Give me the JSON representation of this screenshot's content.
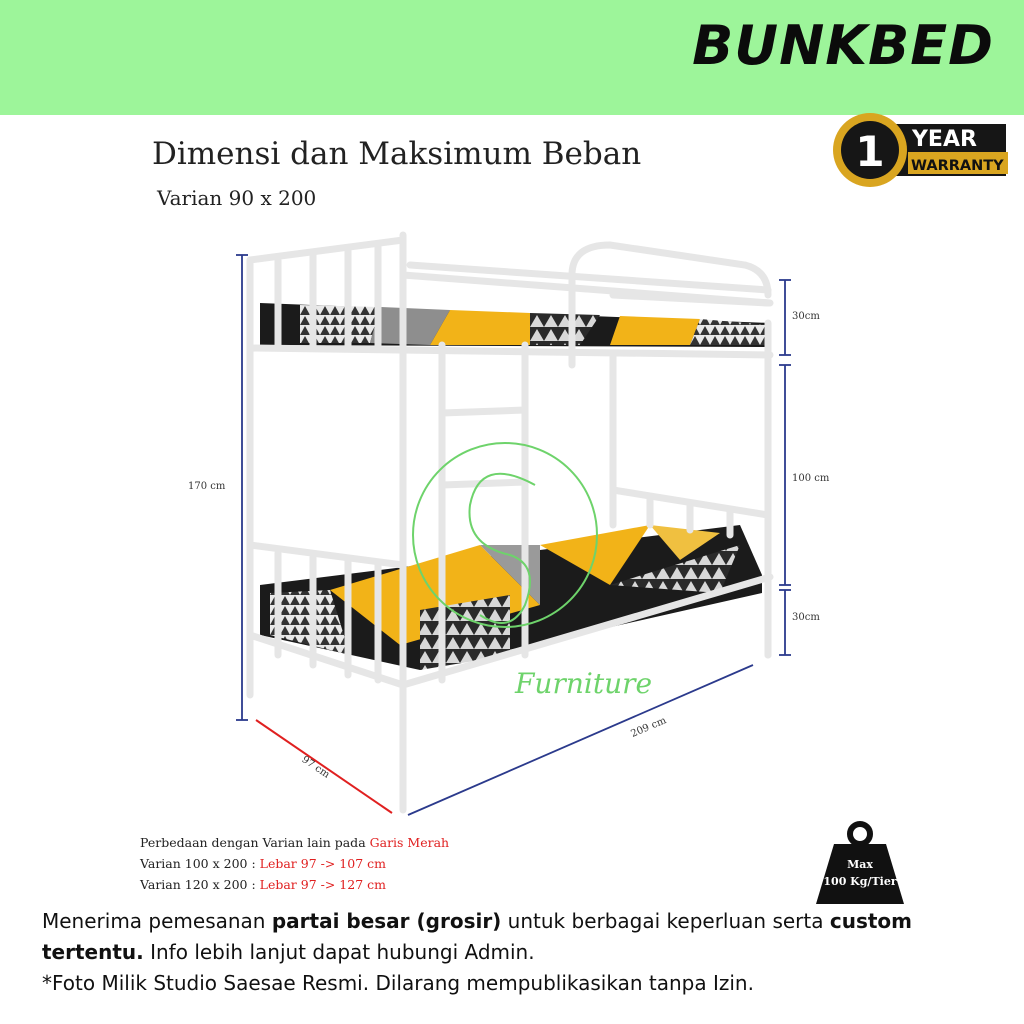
{
  "banner": {
    "title": "BUNKBED"
  },
  "heading": "Dimensi dan Maksimum Beban",
  "subheading": "Varian 90 x 200",
  "warranty": {
    "number": "1",
    "line1": "YEAR",
    "line2": "WARRANTY"
  },
  "dimensions": {
    "height_total": "170 cm",
    "top_tier": "30cm",
    "middle_gap": "100 cm",
    "bottom_tier": "30cm",
    "width": "97 cm",
    "length": "209 cm"
  },
  "watermark": {
    "text": "Furniture"
  },
  "notes": {
    "line1_prefix": "Perbedaan dengan Varian lain pada ",
    "line1_highlight": "Garis Merah",
    "line2_prefix": "Varian 100 x 200 : ",
    "line2_highlight": "Lebar 97 -> 107 cm",
    "line3_prefix": "Varian 120 x 200 : ",
    "line3_highlight": "Lebar 97 -> 127 cm"
  },
  "weight": {
    "line1": "Max",
    "line2": "100 Kg/Tier"
  },
  "footer": {
    "p1_a": "Menerima  pemesanan ",
    "p1_b": "partai besar (grosir)",
    "p1_c": " untuk berbagai keperluan serta ",
    "p1_d": "custom tertentu.",
    "p1_e": " Info lebih lanjut dapat hubungi Admin.",
    "p2": "*Foto Milik Studio Saesae Resmi. Dilarang mempublikasikan tanpa Izin."
  },
  "colors": {
    "banner": "#9df59a",
    "accent_red": "#e02020",
    "dim_blue": "#2b3a8c",
    "gold": "#d9a520",
    "mattress_yellow": "#f2b318"
  }
}
